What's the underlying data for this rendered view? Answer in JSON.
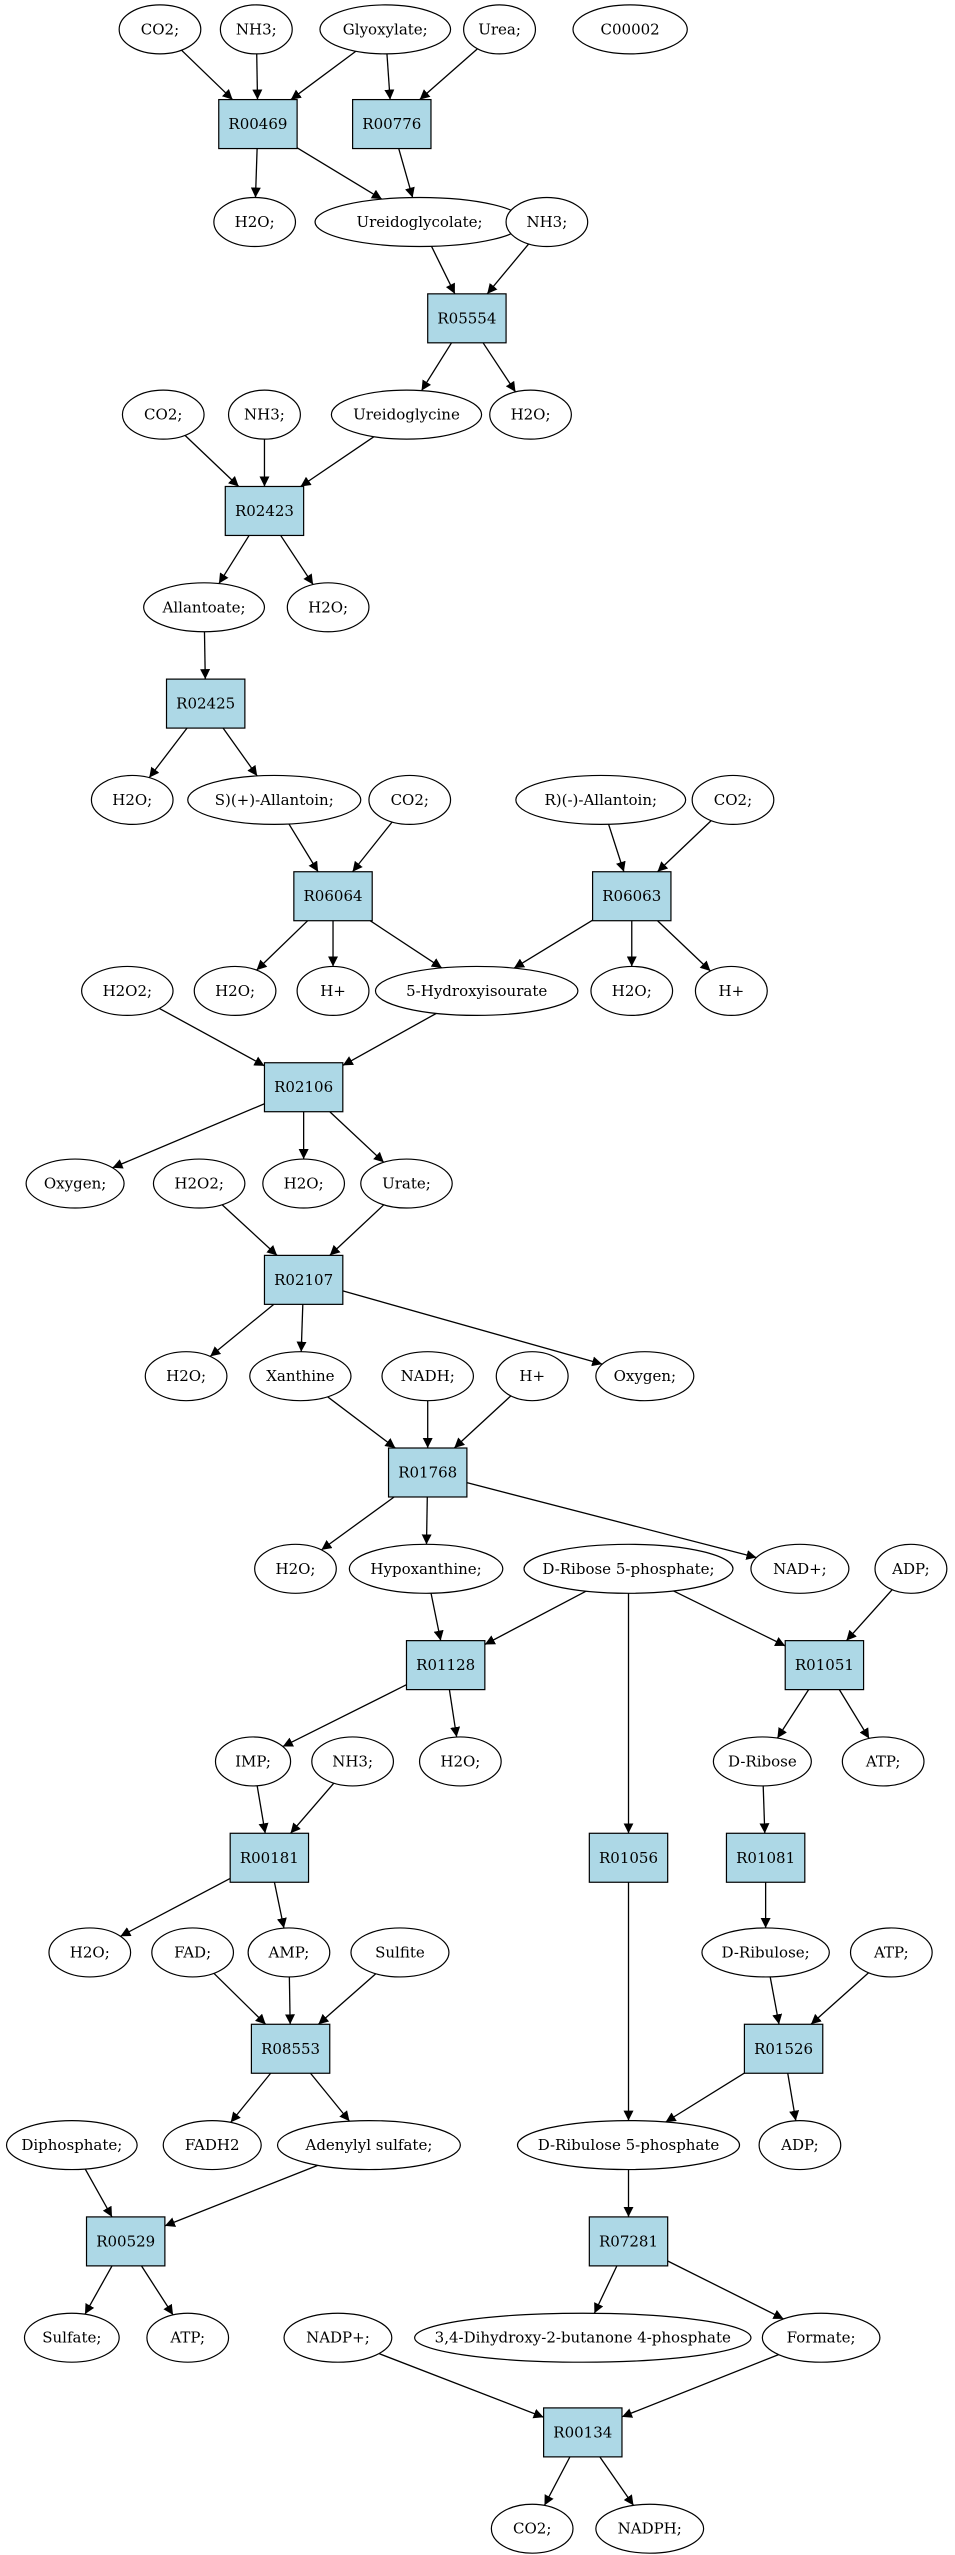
{
  "diagram": {
    "colors": {
      "reaction_fill": "#add8e6",
      "metabolite_fill": "#ffffff",
      "highlight_green": "#00ee00",
      "highlight_yellow": "#ffff00",
      "stroke": "#000000"
    },
    "nodes": [
      {
        "id": "m1",
        "label": "CO2;",
        "kind": "metabolite"
      },
      {
        "id": "m2",
        "label": "NH3;",
        "kind": "metabolite"
      },
      {
        "id": "m3",
        "label": "Glyoxylate;",
        "kind": "metabolite"
      },
      {
        "id": "m4",
        "label": "Urea;",
        "kind": "metabolite"
      },
      {
        "id": "m5",
        "label": "C00002",
        "kind": "metabolite",
        "highlight": "yellow"
      },
      {
        "id": "r_R00469",
        "label": "R00469",
        "kind": "reaction"
      },
      {
        "id": "r_R00776",
        "label": "R00776",
        "kind": "reaction"
      },
      {
        "id": "m6",
        "label": "H2O;",
        "kind": "metabolite"
      },
      {
        "id": "m7",
        "label": "Ureidoglycolate;",
        "kind": "metabolite"
      },
      {
        "id": "m8",
        "label": "NH3;",
        "kind": "metabolite"
      },
      {
        "id": "r_R05554",
        "label": "R05554",
        "kind": "reaction"
      },
      {
        "id": "m9",
        "label": "CO2;",
        "kind": "metabolite"
      },
      {
        "id": "m10",
        "label": "NH3;",
        "kind": "metabolite"
      },
      {
        "id": "m11",
        "label": "Ureidoglycine",
        "kind": "metabolite"
      },
      {
        "id": "m12",
        "label": "H2O;",
        "kind": "metabolite"
      },
      {
        "id": "r_R02423",
        "label": "R02423",
        "kind": "reaction"
      },
      {
        "id": "m13",
        "label": "Allantoate;",
        "kind": "metabolite"
      },
      {
        "id": "m14",
        "label": "H2O;",
        "kind": "metabolite"
      },
      {
        "id": "r_R02425",
        "label": "R02425",
        "kind": "reaction"
      },
      {
        "id": "m15",
        "label": "H2O;",
        "kind": "metabolite"
      },
      {
        "id": "m16",
        "label": "S)(+)-Allantoin;",
        "kind": "metabolite"
      },
      {
        "id": "m17",
        "label": "CO2;",
        "kind": "metabolite"
      },
      {
        "id": "m18",
        "label": "R)(-)-Allantoin;",
        "kind": "metabolite"
      },
      {
        "id": "m19",
        "label": "CO2;",
        "kind": "metabolite"
      },
      {
        "id": "r_R06064",
        "label": "R06064",
        "kind": "reaction"
      },
      {
        "id": "r_R06063",
        "label": "R06063",
        "kind": "reaction"
      },
      {
        "id": "m20",
        "label": "H2O2;",
        "kind": "metabolite"
      },
      {
        "id": "m21",
        "label": "H2O;",
        "kind": "metabolite"
      },
      {
        "id": "m22",
        "label": "H+",
        "kind": "metabolite"
      },
      {
        "id": "m23",
        "label": "5-Hydroxyisourate",
        "kind": "metabolite"
      },
      {
        "id": "m24",
        "label": "H2O;",
        "kind": "metabolite"
      },
      {
        "id": "m25",
        "label": "H+",
        "kind": "metabolite"
      },
      {
        "id": "r_R02106",
        "label": "R02106",
        "kind": "reaction"
      },
      {
        "id": "m26",
        "label": "Oxygen;",
        "kind": "metabolite"
      },
      {
        "id": "m27",
        "label": "H2O2;",
        "kind": "metabolite"
      },
      {
        "id": "m28",
        "label": "H2O;",
        "kind": "metabolite"
      },
      {
        "id": "m29",
        "label": "Urate;",
        "kind": "metabolite"
      },
      {
        "id": "r_R02107",
        "label": "R02107",
        "kind": "reaction"
      },
      {
        "id": "m30",
        "label": "H2O;",
        "kind": "metabolite"
      },
      {
        "id": "m31",
        "label": "Xanthine",
        "kind": "metabolite"
      },
      {
        "id": "m32",
        "label": "NADH;",
        "kind": "metabolite"
      },
      {
        "id": "m33",
        "label": "H+",
        "kind": "metabolite"
      },
      {
        "id": "m34",
        "label": "Oxygen;",
        "kind": "metabolite"
      },
      {
        "id": "r_R01768",
        "label": "R01768",
        "kind": "reaction"
      },
      {
        "id": "m35",
        "label": "H2O;",
        "kind": "metabolite"
      },
      {
        "id": "m36",
        "label": "Hypoxanthine;",
        "kind": "metabolite"
      },
      {
        "id": "m37",
        "label": "D-Ribose 5-phosphate;",
        "kind": "metabolite",
        "highlight": "green"
      },
      {
        "id": "m38",
        "label": "NAD+;",
        "kind": "metabolite"
      },
      {
        "id": "m39",
        "label": "ADP;",
        "kind": "metabolite"
      },
      {
        "id": "r_R01128",
        "label": "R01128",
        "kind": "reaction"
      },
      {
        "id": "r_R01051",
        "label": "R01051",
        "kind": "reaction"
      },
      {
        "id": "m40",
        "label": "IMP;",
        "kind": "metabolite"
      },
      {
        "id": "m41",
        "label": "NH3;",
        "kind": "metabolite"
      },
      {
        "id": "m42",
        "label": "H2O;",
        "kind": "metabolite"
      },
      {
        "id": "m43",
        "label": "D-Ribose",
        "kind": "metabolite"
      },
      {
        "id": "m44",
        "label": "ATP;",
        "kind": "metabolite"
      },
      {
        "id": "r_R00181",
        "label": "R00181",
        "kind": "reaction"
      },
      {
        "id": "r_R01056",
        "label": "R01056",
        "kind": "reaction"
      },
      {
        "id": "r_R01081",
        "label": "R01081",
        "kind": "reaction"
      },
      {
        "id": "m45",
        "label": "H2O;",
        "kind": "metabolite"
      },
      {
        "id": "m46",
        "label": "FAD;",
        "kind": "metabolite"
      },
      {
        "id": "m47",
        "label": "AMP;",
        "kind": "metabolite"
      },
      {
        "id": "m48",
        "label": "Sulfite",
        "kind": "metabolite"
      },
      {
        "id": "m49",
        "label": "D-Ribulose;",
        "kind": "metabolite"
      },
      {
        "id": "m50",
        "label": "ATP;",
        "kind": "metabolite"
      },
      {
        "id": "r_R08553",
        "label": "R08553",
        "kind": "reaction"
      },
      {
        "id": "r_R01526",
        "label": "R01526",
        "kind": "reaction"
      },
      {
        "id": "m51",
        "label": "Diphosphate;",
        "kind": "metabolite"
      },
      {
        "id": "m52",
        "label": "FADH2",
        "kind": "metabolite"
      },
      {
        "id": "m53",
        "label": "Adenylyl sulfate;",
        "kind": "metabolite"
      },
      {
        "id": "m54",
        "label": "D-Ribulose 5-phosphate",
        "kind": "metabolite"
      },
      {
        "id": "m55",
        "label": "ADP;",
        "kind": "metabolite"
      },
      {
        "id": "r_R00529",
        "label": "R00529",
        "kind": "reaction"
      },
      {
        "id": "r_R07281",
        "label": "R07281",
        "kind": "reaction"
      },
      {
        "id": "m56",
        "label": "Sulfate;",
        "kind": "metabolite"
      },
      {
        "id": "m57",
        "label": "ATP;",
        "kind": "metabolite"
      },
      {
        "id": "m58",
        "label": "NADP+;",
        "kind": "metabolite"
      },
      {
        "id": "m59",
        "label": "3,4-Dihydroxy-2-butanone 4-phosphate",
        "kind": "metabolite"
      },
      {
        "id": "m60",
        "label": "Formate;",
        "kind": "metabolite"
      },
      {
        "id": "r_R00134",
        "label": "R00134",
        "kind": "reaction"
      },
      {
        "id": "m61",
        "label": "CO2;",
        "kind": "metabolite"
      },
      {
        "id": "m62",
        "label": "NADPH;",
        "kind": "metabolite"
      }
    ],
    "edges": [
      [
        "m1",
        "r_R00469"
      ],
      [
        "m2",
        "r_R00469"
      ],
      [
        "m3",
        "r_R00469"
      ],
      [
        "m3",
        "r_R00776"
      ],
      [
        "m4",
        "r_R00776"
      ],
      [
        "r_R00469",
        "m6"
      ],
      [
        "r_R00469",
        "m7"
      ],
      [
        "r_R00776",
        "m7"
      ],
      [
        "m7",
        "r_R05554"
      ],
      [
        "m8",
        "r_R05554"
      ],
      [
        "r_R05554",
        "m11"
      ],
      [
        "r_R05554",
        "m12"
      ],
      [
        "m9",
        "r_R02423"
      ],
      [
        "m10",
        "r_R02423"
      ],
      [
        "m11",
        "r_R02423"
      ],
      [
        "r_R02423",
        "m13"
      ],
      [
        "r_R02423",
        "m14"
      ],
      [
        "m13",
        "r_R02425"
      ],
      [
        "r_R02425",
        "m15"
      ],
      [
        "r_R02425",
        "m16"
      ],
      [
        "m16",
        "r_R06064"
      ],
      [
        "m17",
        "r_R06064"
      ],
      [
        "m18",
        "r_R06063"
      ],
      [
        "m19",
        "r_R06063"
      ],
      [
        "r_R06064",
        "m21"
      ],
      [
        "r_R06064",
        "m22"
      ],
      [
        "r_R06064",
        "m23"
      ],
      [
        "r_R06063",
        "m23"
      ],
      [
        "r_R06063",
        "m24"
      ],
      [
        "r_R06063",
        "m25"
      ],
      [
        "m20",
        "r_R02106"
      ],
      [
        "m23",
        "r_R02106"
      ],
      [
        "r_R02106",
        "m26"
      ],
      [
        "r_R02106",
        "m28"
      ],
      [
        "r_R02106",
        "m29"
      ],
      [
        "m27",
        "r_R02107"
      ],
      [
        "m29",
        "r_R02107"
      ],
      [
        "r_R02107",
        "m30"
      ],
      [
        "r_R02107",
        "m31"
      ],
      [
        "r_R02107",
        "m34"
      ],
      [
        "m31",
        "r_R01768"
      ],
      [
        "m32",
        "r_R01768"
      ],
      [
        "m33",
        "r_R01768"
      ],
      [
        "r_R01768",
        "m35"
      ],
      [
        "r_R01768",
        "m36"
      ],
      [
        "r_R01768",
        "m38"
      ],
      [
        "m36",
        "r_R01128"
      ],
      [
        "m37",
        "r_R01128"
      ],
      [
        "m37",
        "r_R01056"
      ],
      [
        "m37",
        "r_R01051"
      ],
      [
        "m39",
        "r_R01051"
      ],
      [
        "r_R01128",
        "m40"
      ],
      [
        "r_R01128",
        "m42"
      ],
      [
        "r_R01051",
        "m43"
      ],
      [
        "r_R01051",
        "m44"
      ],
      [
        "m40",
        "r_R00181"
      ],
      [
        "m41",
        "r_R00181"
      ],
      [
        "m43",
        "r_R01081"
      ],
      [
        "r_R00181",
        "m45"
      ],
      [
        "r_R00181",
        "m47"
      ],
      [
        "m46",
        "r_R08553"
      ],
      [
        "m47",
        "r_R08553"
      ],
      [
        "m48",
        "r_R08553"
      ],
      [
        "r_R01081",
        "m49"
      ],
      [
        "m49",
        "r_R01526"
      ],
      [
        "m50",
        "r_R01526"
      ],
      [
        "r_R01056",
        "m54"
      ],
      [
        "r_R01526",
        "m54"
      ],
      [
        "r_R01526",
        "m55"
      ],
      [
        "r_R08553",
        "m52"
      ],
      [
        "r_R08553",
        "m53"
      ],
      [
        "m51",
        "r_R00529"
      ],
      [
        "m53",
        "r_R00529"
      ],
      [
        "r_R00529",
        "m56"
      ],
      [
        "r_R00529",
        "m57"
      ],
      [
        "m54",
        "r_R07281"
      ],
      [
        "r_R07281",
        "m59"
      ],
      [
        "r_R07281",
        "m60"
      ],
      [
        "m58",
        "r_R00134"
      ],
      [
        "m60",
        "r_R00134"
      ],
      [
        "r_R00134",
        "m61"
      ],
      [
        "r_R00134",
        "m62"
      ]
    ]
  }
}
